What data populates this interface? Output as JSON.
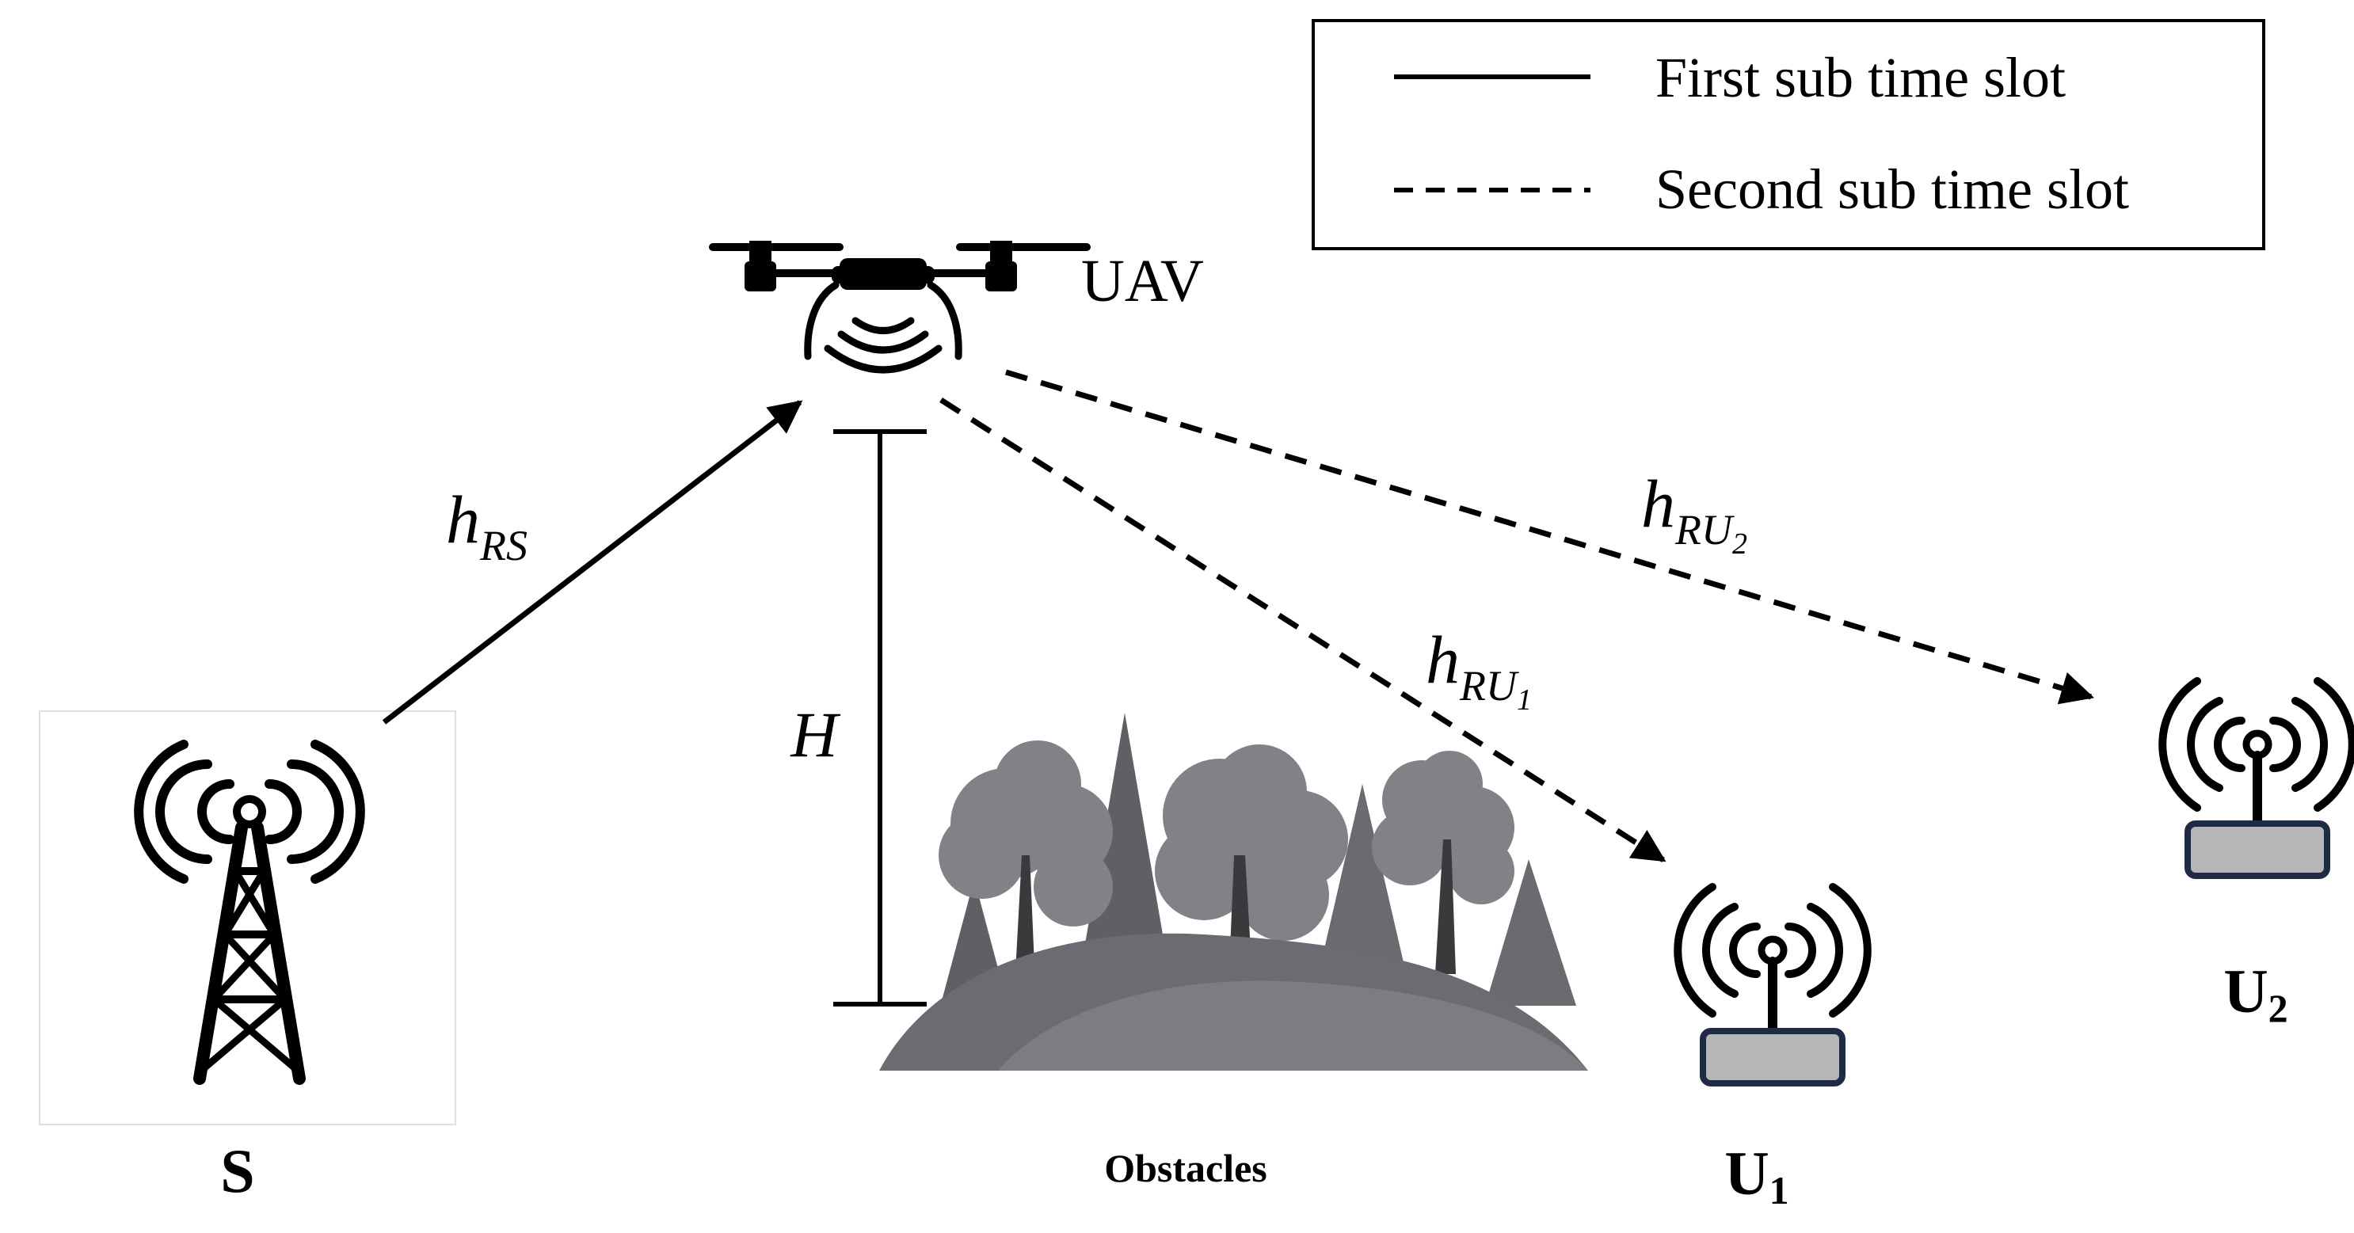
{
  "legend": {
    "solid_label": "First sub time slot",
    "dashed_label": "Second sub time slot"
  },
  "nodes": {
    "source": {
      "label": "S"
    },
    "uav": {
      "label": "UAV"
    },
    "user1": {
      "label_main": "U",
      "label_sub": "1"
    },
    "user2": {
      "label_main": "U",
      "label_sub": "2"
    },
    "obstacles": {
      "label": "Obstacles"
    }
  },
  "channels": {
    "h_rs": {
      "symbol": "h",
      "subscript": "RS"
    },
    "h_ru1": {
      "symbol": "h",
      "subscript": "RU",
      "subsub": "1"
    },
    "h_ru2": {
      "symbol": "h",
      "subscript": "RU",
      "subsub": "2"
    }
  },
  "height": {
    "label": "H"
  },
  "colors": {
    "line": "#000000",
    "tree_dark": "#5f6065",
    "tree_light": "#818287",
    "trunk": "#3a3a3d",
    "hill_front": "#6b6c71",
    "hill_back": "#7c7d82",
    "router_body": "#b6b6b8",
    "router_border": "#1f2b45"
  },
  "icons": [
    "cell-tower-icon",
    "drone-icon",
    "router-icon",
    "forest-icon"
  ]
}
